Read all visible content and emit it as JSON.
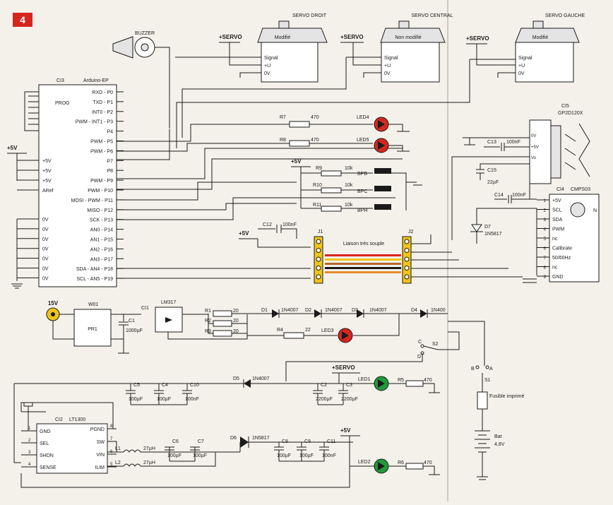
{
  "figure_number": "4",
  "servos": [
    {
      "title": "SERVO DROIT",
      "label": "Modifié",
      "supply": "+SERVO",
      "pins": [
        "Signal",
        "+U",
        "0V"
      ]
    },
    {
      "title": "SERVO CENTRAL",
      "label": "Non modifié",
      "supply": "+SERVO",
      "pins": [
        "Signal",
        "+U",
        "0V"
      ]
    },
    {
      "title": "SERVO GAUCHE",
      "label": "Modifié",
      "supply": "+SERVO",
      "pins": [
        "Signal",
        "+U",
        "0V"
      ]
    }
  ],
  "buzzer": "BUZZER",
  "ci3": {
    "ref": "CI3",
    "name": "Arduino-EP",
    "prog": "PROG",
    "supply": "+5V",
    "left_pins": [
      "+5V",
      "+5V",
      "+5V",
      "ARef",
      "0V",
      "0V",
      "0V",
      "0V",
      "0V",
      "0V",
      "0V"
    ],
    "right_pins": [
      "RXD - P0",
      "TXD - P1",
      "INT0 - P2",
      "PWM - INT1 - P3",
      "P4",
      "PWM - P5",
      "PWM - P6",
      "P7",
      "P8",
      "PWM - P9",
      "PWM - P10",
      "MOSI - PWM - P11",
      "MISO - P12",
      "SCK - P13",
      "AN0 - P14",
      "AN1 - P15",
      "AN2 - P16",
      "AN3 - P17",
      "SDA - AN4 - P18",
      "SCL - AN5 - P19"
    ]
  },
  "leds_resistors": [
    {
      "r": "R7",
      "v": "470",
      "led": "LED4"
    },
    {
      "r": "R8",
      "v": "470",
      "led": "LED5"
    }
  ],
  "buttons": {
    "supply": "+5V",
    "rows": [
      {
        "r": "R9",
        "v": "10k",
        "bp": "BPB"
      },
      {
        "r": "R10",
        "v": "10k",
        "bp": "BPC"
      },
      {
        "r": "R11",
        "v": "10k",
        "bp": "BPH"
      }
    ]
  },
  "cable": {
    "c": "C12",
    "cv": "100nF",
    "supply": "+5V",
    "j1": "J1",
    "j2": "J2",
    "label": "Liaison très souple"
  },
  "ci5": {
    "ref": "CI5",
    "name": "GP2D120X",
    "pins": [
      "0V",
      "+5V",
      "Vo"
    ],
    "c13": "C13",
    "c13v": "100nF"
  },
  "ci4": {
    "ref": "CI4",
    "name": "CMPS03",
    "north": "N",
    "caps": [
      {
        "n": "C15",
        "v": "22µF"
      },
      {
        "n": "C14",
        "v": "100nF"
      }
    ],
    "diode": {
      "n": "D7",
      "v": "1N5817"
    },
    "pins": [
      "+5V",
      "SCL",
      "SDA",
      "PWM",
      "nc",
      "Calibrate",
      "50/60Hz",
      "nc",
      "GND"
    ]
  },
  "supply": {
    "input": "15V",
    "w01": "W01",
    "pr1": "PR1",
    "c1": "C1",
    "c1v": "1000µF",
    "ci1": "CI1",
    "lm317": "LM317",
    "res": [
      {
        "n": "R1",
        "v": "20"
      },
      {
        "n": "R2",
        "v": "20"
      },
      {
        "n": "R3",
        "v": "20"
      }
    ],
    "diodes": [
      {
        "n": "D1",
        "v": "1N4007"
      },
      {
        "n": "D2",
        "v": "1N4007"
      },
      {
        "n": "D3",
        "v": "1N4007"
      },
      {
        "n": "D4",
        "v": "1N400"
      }
    ],
    "r4": "R4",
    "r4v": "22",
    "led3": "LED3",
    "s2": "S2",
    "s2c": "C",
    "s2d": "D",
    "s1": "S1",
    "s1a": "A",
    "s1b": "B",
    "fuse": "Fusible imprimé",
    "bat": "Bat",
    "batv": "4,8V",
    "d5": "D5",
    "d5v": "1N4007",
    "servo_rail": "+SERVO",
    "caps_top": [
      {
        "n": "C5",
        "v": "100µF"
      },
      {
        "n": "C4",
        "v": "100µF"
      },
      {
        "n": "C10",
        "v": "100nF"
      }
    ],
    "caps_servo": [
      {
        "n": "C2",
        "v": "2200µF"
      },
      {
        "n": "C3",
        "v": "2200µF"
      }
    ],
    "led1": "LED1",
    "r5": "R5",
    "r5v": "470",
    "ci2": "CI2",
    "lt1300": "LT1300",
    "ci2_left": [
      {
        "num": "1",
        "n": "GND"
      },
      {
        "num": "2",
        "n": "SEL"
      },
      {
        "num": "3",
        "n": "SHDN"
      },
      {
        "num": "4",
        "n": "SENSE"
      }
    ],
    "ci2_right": [
      {
        "num": "8",
        "n": "PGND"
      },
      {
        "num": "7",
        "n": "SW"
      },
      {
        "num": "6",
        "n": "VIN"
      },
      {
        "num": "5",
        "n": "ILIM"
      }
    ],
    "l1": "L1",
    "l1v": "27µH",
    "l2": "L2",
    "l2v": "27µH",
    "caps_mid": [
      {
        "n": "C6",
        "v": "100µF"
      },
      {
        "n": "C7",
        "v": "100µF"
      }
    ],
    "d6": "D6",
    "d6v": "1N5817",
    "rail5": "+5V",
    "caps_5v": [
      {
        "n": "C8",
        "v": "100µF"
      },
      {
        "n": "C9",
        "v": "100µF"
      },
      {
        "n": "C11",
        "v": "100nF"
      }
    ],
    "led2": "LED2",
    "r6": "R6",
    "r6v": "470"
  }
}
